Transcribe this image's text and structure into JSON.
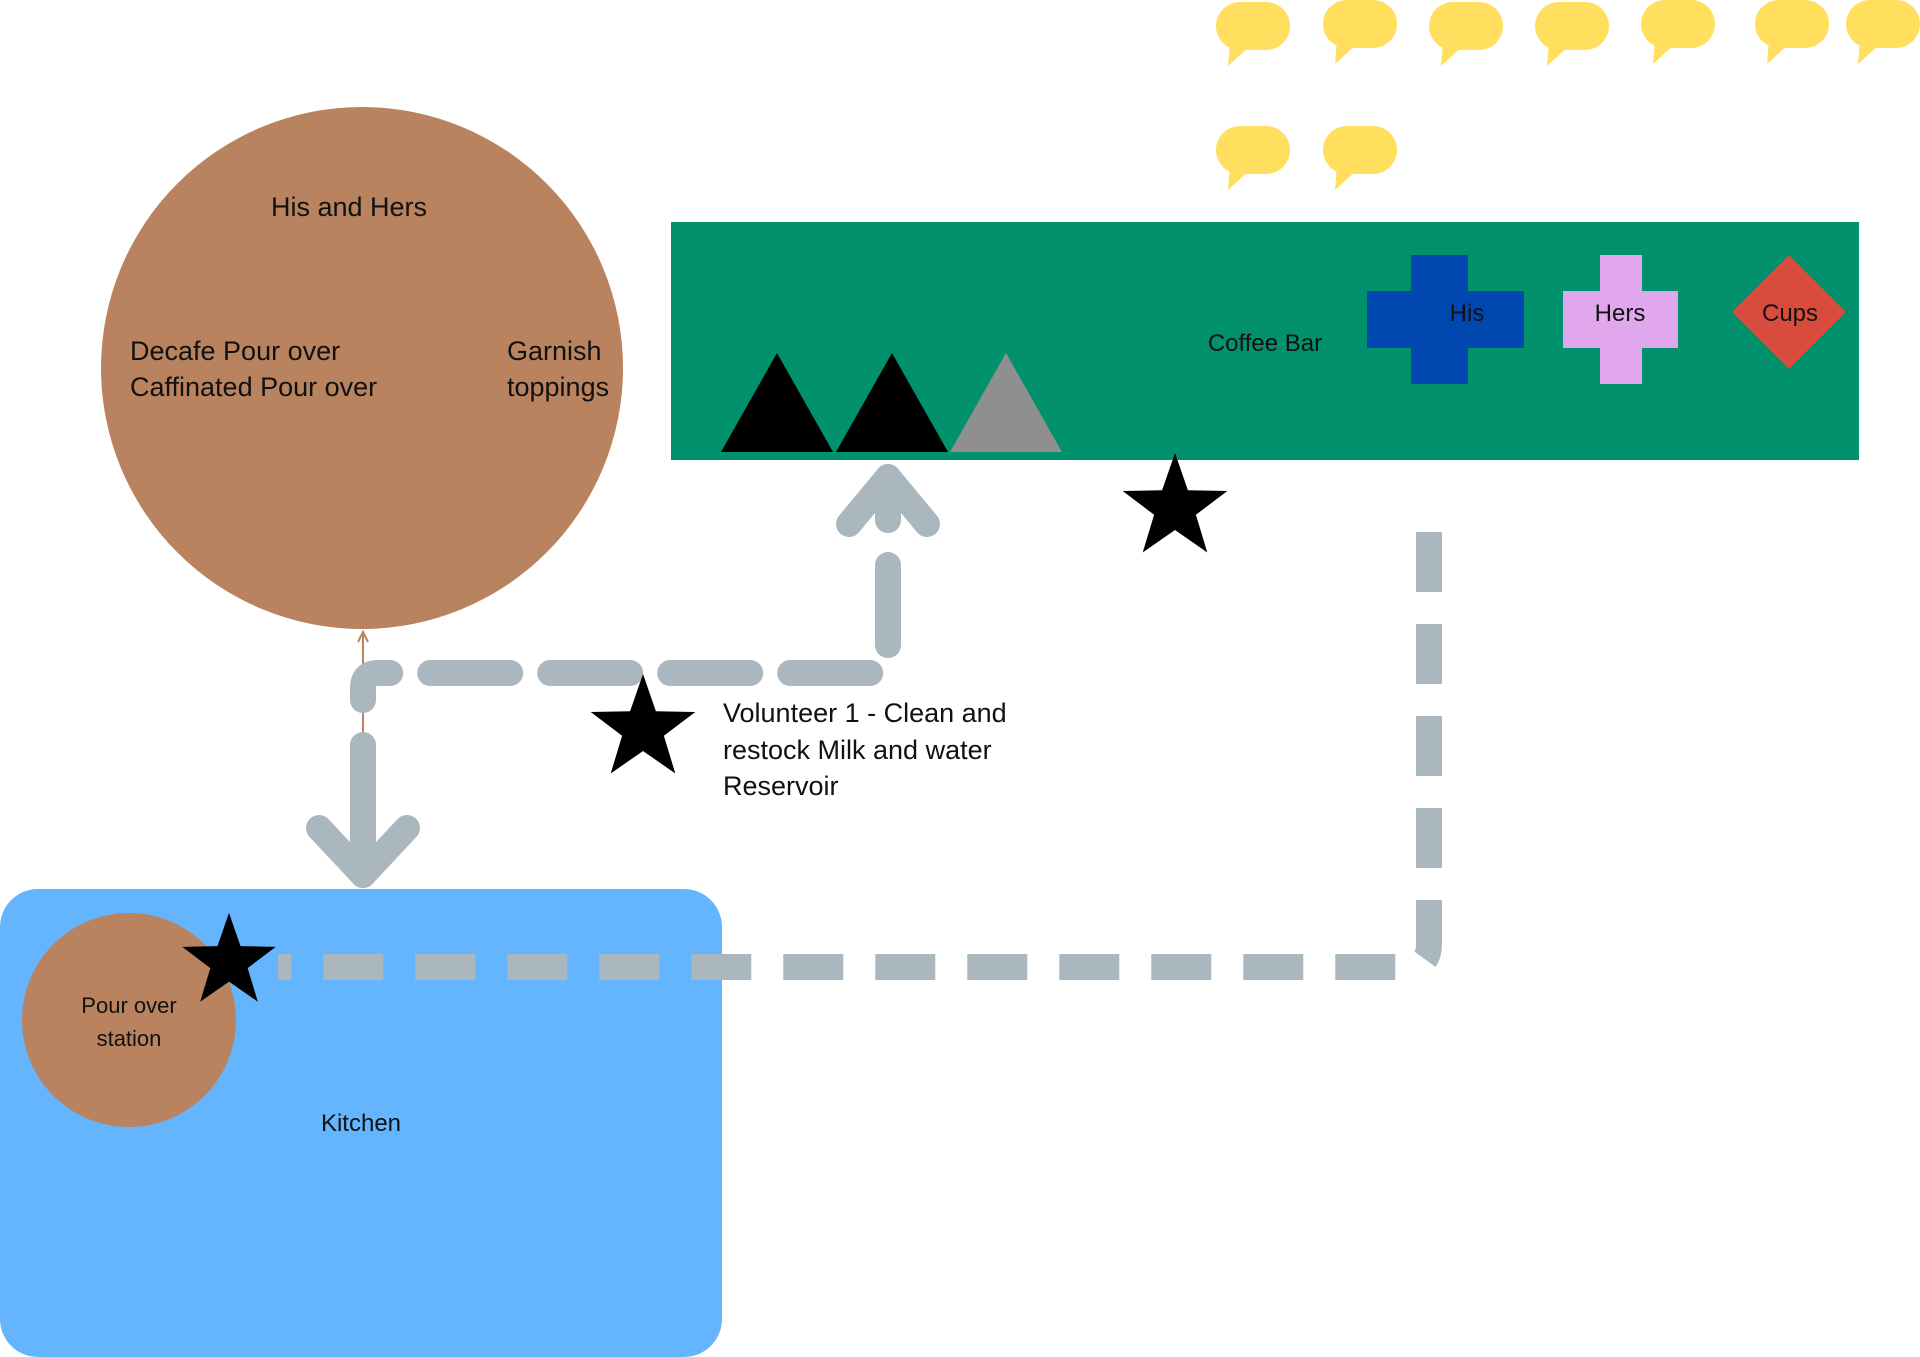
{
  "colors": {
    "round_table": "#b8835e",
    "coffee_bar": "#01916c",
    "kitchen": "#64b5fe",
    "path": "#abb7be",
    "his": "#0048b0",
    "hers": "#e0a7ec",
    "cups": "#d84b3d",
    "bubble": "#ffdf5d",
    "triangle_dark": "#000000",
    "triangle_gray": "#8f8f8f",
    "star": "#000000"
  },
  "round_table": {
    "title": "His and Hers",
    "left_line1": "Decafe Pour over",
    "left_line2": "Caffinated Pour over",
    "right_line1": "Garnish",
    "right_line2": "toppings"
  },
  "coffee_bar": {
    "label": "Coffee Bar",
    "his_label": "His",
    "hers_label": "Hers",
    "cups_label": "Cups"
  },
  "kitchen": {
    "label": "Kitchen",
    "station_line1": "Pour over",
    "station_line2": "station"
  },
  "volunteer": {
    "line1": "Volunteer 1 - Clean and",
    "line2": "restock Milk and water",
    "line3": "Reservoir"
  },
  "icons": {
    "speech_bubble": "speech-bubble-icon",
    "star": "star-icon",
    "triangle": "triangle-icon",
    "arrow": "arrow-head-icon"
  }
}
